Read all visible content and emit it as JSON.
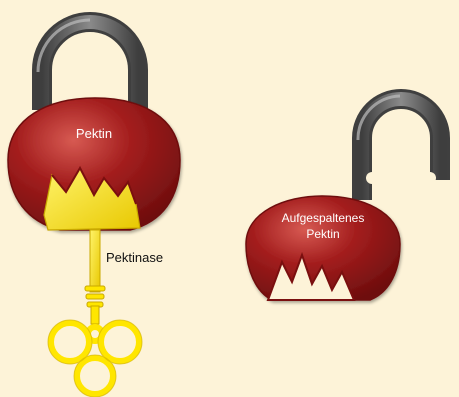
{
  "labels": {
    "locked_lock": "Pektin",
    "key": "Pektinase",
    "open_lock_line1": "Aufgespaltenes",
    "open_lock_line2": "Pektin"
  },
  "colors": {
    "background": "#fdf3d8",
    "lock_body": "#a31d1d",
    "lock_body_light": "#cf4a45",
    "lock_body_dark": "#6e0e0e",
    "shackle": "#5c5c5c",
    "shackle_light": "#a8a8a8",
    "key": "#ffe600",
    "key_dark": "#d9b800",
    "text_light": "#ffffff",
    "text_dark": "#111111"
  }
}
